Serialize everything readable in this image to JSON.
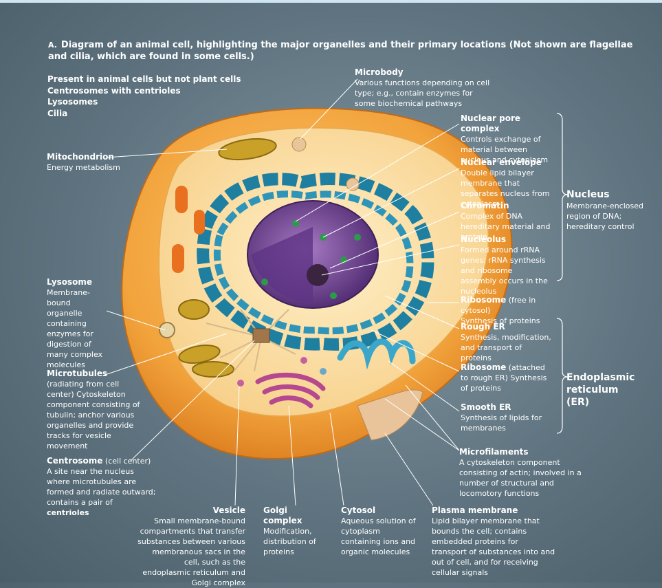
{
  "caption": {
    "letter": "A.",
    "text": "Diagram of an animal cell, highlighting the major organelles and their primary locations (Not shown are flagellae and cilia, which are found in some cells.)"
  },
  "animal_only": {
    "heading": "Present in animal cells but not plant cells",
    "items": [
      "Centrosomes with centrioles",
      "Lysosomes",
      "Cilia"
    ]
  },
  "labels": {
    "mitochondrion": {
      "name": "Mitochondrion",
      "desc": "Energy metabolism"
    },
    "lysosome": {
      "name": "Lysosome",
      "desc": "Membrane-bound organelle containing enzymes for digestion of many complex molecules"
    },
    "microtubules": {
      "name": "Microtubules",
      "desc": "(radiating from cell center) Cytoskeleton component consisting of tubulin; anchor various organelles and provide tracks for vesicle movement"
    },
    "centrosome": {
      "name": "Centrosome",
      "qualifier": "(cell center)",
      "desc": "A site near the nucleus where microtubules are formed and radiate outward; contains a pair of",
      "desc_bold": "centrioles"
    },
    "vesicle": {
      "name": "Vesicle",
      "desc": "Small membrane-bound compartments that transfer substances between various membranous sacs in the cell, such as the endoplasmic reticulum and Golgi complex"
    },
    "golgi": {
      "name": "Golgi complex",
      "desc": "Modification, distribution of proteins"
    },
    "cytosol": {
      "name": "Cytosol",
      "desc": "Aqueous solution of cytoplasm containing ions and organic molecules"
    },
    "plasma_membrane": {
      "name": "Plasma membrane",
      "desc": "Lipid bilayer membrane that bounds the cell; contains embedded proteins for transport of substances into and out of cell, and for receiving cellular signals"
    },
    "microbody": {
      "name": "Microbody",
      "desc": "Various functions depending on cell type; e.g., contain enzymes for some biochemical pathways"
    },
    "nuclear_pore": {
      "name": "Nuclear pore complex",
      "desc": "Controls exchange of material between nucleus and cytoplasm"
    },
    "nuclear_envelope": {
      "name": "Nuclear envelope",
      "desc": "Double lipid bilayer membrane that separates nucleus from cytoplasm"
    },
    "chromatin": {
      "name": "Chromatin",
      "desc": "Complex of DNA hereditary material and protein"
    },
    "nucleolus": {
      "name": "Nucleolus",
      "desc": "Formed around rRNA genes; rRNA synthesis and ribosome assembly occurs in the nucleolus"
    },
    "ribosome_free": {
      "name": "Ribosome",
      "qualifier": "(free in cytosol)",
      "desc": "Synthesis of proteins"
    },
    "rough_er": {
      "name": "Rough ER",
      "desc": "Synthesis, modification, and transport of proteins"
    },
    "ribosome_attached": {
      "name": "Ribosome",
      "qualifier": "(attached to rough ER) Synthesis of proteins"
    },
    "smooth_er": {
      "name": "Smooth ER",
      "desc": "Synthesis of lipids for membranes"
    },
    "microfilaments": {
      "name": "Microfilaments",
      "desc": "A cytoskeleton component consisting of actin; involved in a number of structural and locomotory functions"
    }
  },
  "groups": {
    "nucleus": {
      "name": "Nucleus",
      "desc": "Membrane-enclosed region of DNA; hereditary control"
    },
    "er": {
      "name": "Endoplasmic reticulum (ER)"
    }
  },
  "colors": {
    "background": "#5f7480",
    "cell_outer": "#f2a33c",
    "cytoplasm": "#fbdca0",
    "nucleus": "#7b4a9a",
    "er": "#1f7fa0",
    "golgi": "#b5488f",
    "mitochondrion": "#c9a028"
  }
}
